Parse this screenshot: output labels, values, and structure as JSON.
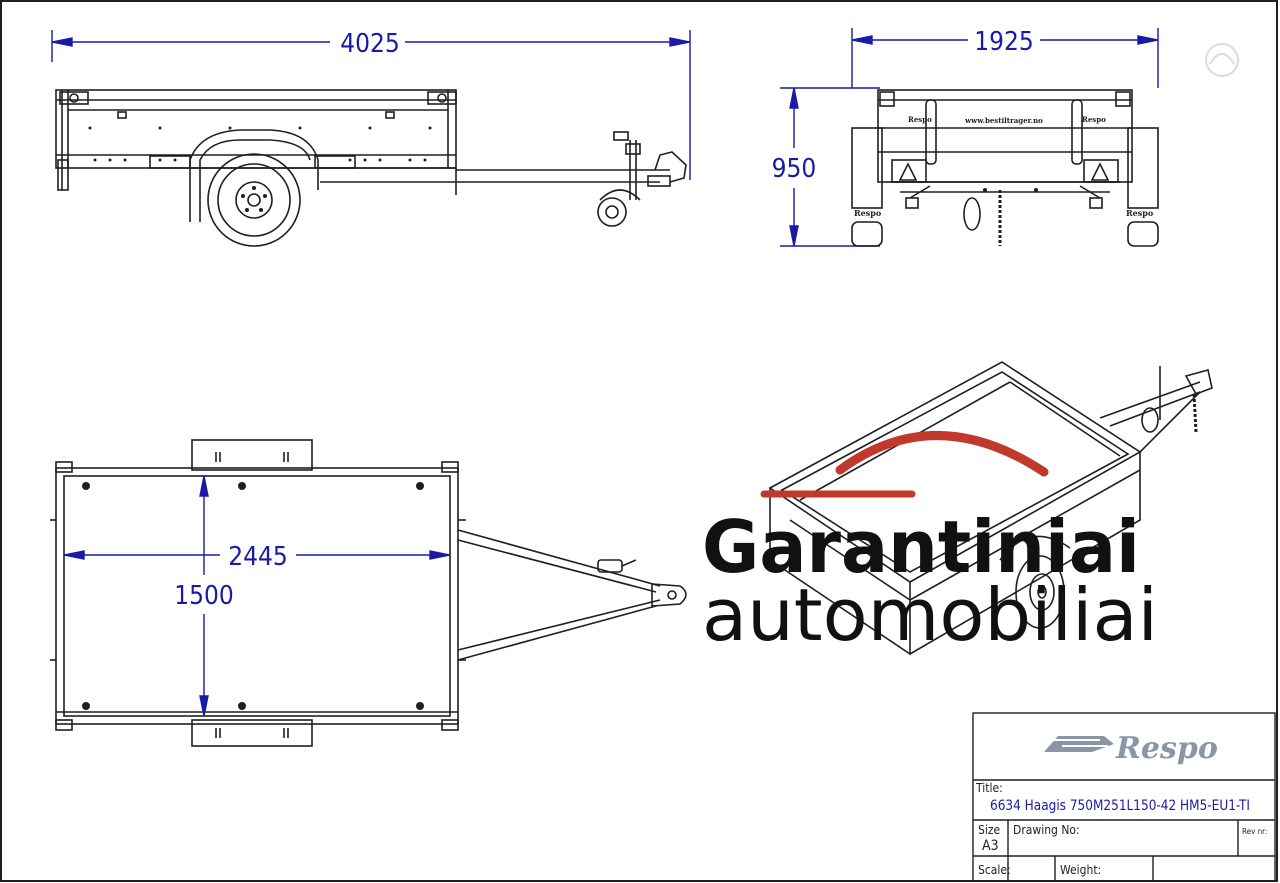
{
  "dimensions": {
    "side_length": "4025",
    "rear_width": "1925",
    "rear_height": "950",
    "top_length": "2445",
    "top_width": "1500"
  },
  "title_block": {
    "brand": "Respo",
    "title_label": "Title:",
    "title_value": "6634 Haagis 750M251L150-42 HM5-EU1-TI",
    "size_label": "Size",
    "size_value": "A3",
    "drawing_no_label": "Drawing No:",
    "rev_label": "Rev nr:",
    "scale_label": "Scale:",
    "weight_label": "Weight:"
  },
  "rear_view": {
    "plate_text": "www.bestiltrager.no",
    "fender_label_left": "Respo",
    "fender_label_right": "Respo",
    "panel_label_left": "Respo",
    "panel_label_right": "Respo"
  },
  "watermark": {
    "line1": "Garantiniai",
    "line2": "automobiliai"
  },
  "colors": {
    "dimension": "#1a1aa6",
    "line": "#1f1f1f",
    "watermark_arc": "#c0392b",
    "logo_grey": "#8a96a8"
  }
}
